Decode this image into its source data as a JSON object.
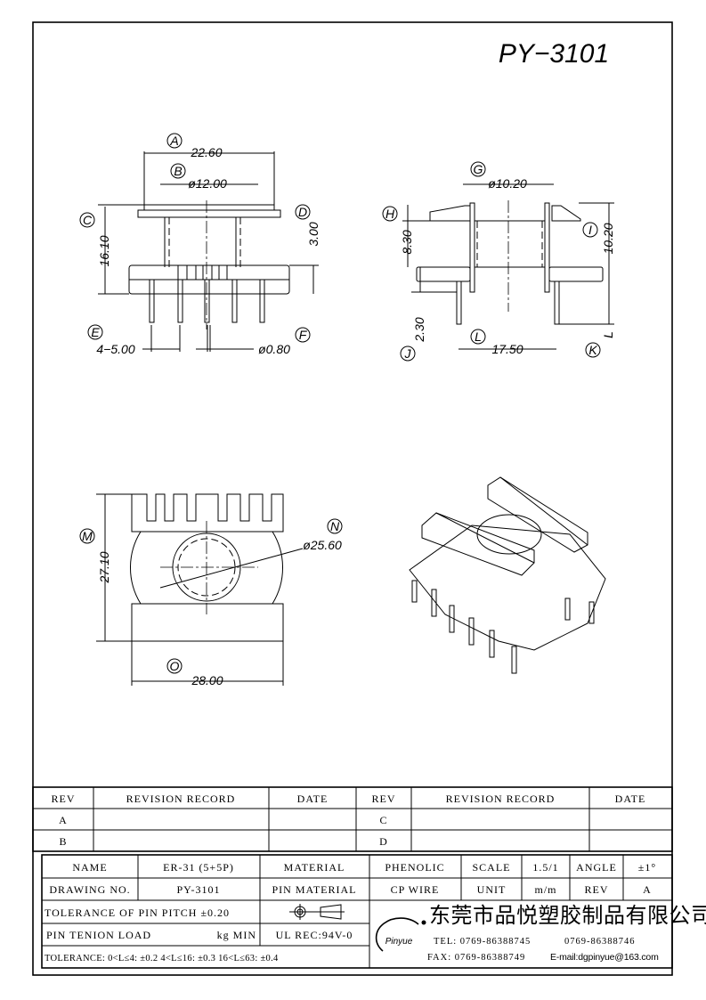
{
  "drawing_title": "PY−3101",
  "front_view": {
    "A": {
      "tag": "A",
      "value": "22.60"
    },
    "B": {
      "tag": "B",
      "value": "ø12.00"
    },
    "C": {
      "tag": "C",
      "value": "16.10"
    },
    "D": {
      "tag": "D",
      "value": "3.00"
    },
    "E": {
      "tag": "E",
      "value": "4−5.00"
    },
    "F": {
      "tag": "F",
      "value": "ø0.80"
    }
  },
  "side_view": {
    "G": {
      "tag": "G",
      "value": "ø10.20"
    },
    "H": {
      "tag": "H",
      "value": "8.30"
    },
    "I": {
      "tag": "I",
      "value": "10.20"
    },
    "J": {
      "tag": "J",
      "value": "2.30"
    },
    "K": {
      "tag": "K",
      "value": "L"
    },
    "L": {
      "tag": "L",
      "value": "17.50"
    }
  },
  "top_view": {
    "M": {
      "tag": "M",
      "value": "27.10"
    },
    "N": {
      "tag": "N",
      "value": "ø25.60"
    },
    "O": {
      "tag": "O",
      "value": "28.00"
    }
  },
  "revision_table": {
    "headers": [
      "REV",
      "REVISION RECORD",
      "DATE",
      "REV",
      "REVISION RECORD",
      "DATE"
    ],
    "rows": [
      [
        "A",
        "",
        "",
        "C",
        "",
        ""
      ],
      [
        "B",
        "",
        "",
        "D",
        "",
        ""
      ]
    ]
  },
  "title_block": {
    "name_label": "NAME",
    "name": "ER-31 (5+5P)",
    "material_label": "MATERIAL",
    "material": "PHENOLIC",
    "scale_label": "SCALE",
    "scale": "1.5/1",
    "angle_label": "ANGLE",
    "angle": "±1°",
    "drawing_no_label": "DRAWING NO.",
    "drawing_no": "PY-3101",
    "pin_material_label": "PIN MATERIAL",
    "pin_material": "CP WIRE",
    "unit_label": "UNIT",
    "unit": "m/m",
    "rev_label": "REV",
    "rev": "A",
    "pin_pitch_tol": "TOLERANCE OF PIN PITCH ±0.20",
    "pin_tension": "PIN TENION LOAD",
    "pin_tension_unit": "kg MIN",
    "ul_rec": "UL REC:94V-0",
    "tolerance": "TOLERANCE: 0<L≤4: ±0.2   4<L≤16: ±0.3   16<L≤63: ±0.4"
  },
  "company": {
    "logo": "Pinyue",
    "name": "东莞市品悦塑胶制品有限公司",
    "tel": "TEL: 0769-86388745",
    "tel2": "0769-86388746",
    "fax": "FAX: 0769-86388749",
    "email": "E-mail:dgpinyue@163.com"
  }
}
